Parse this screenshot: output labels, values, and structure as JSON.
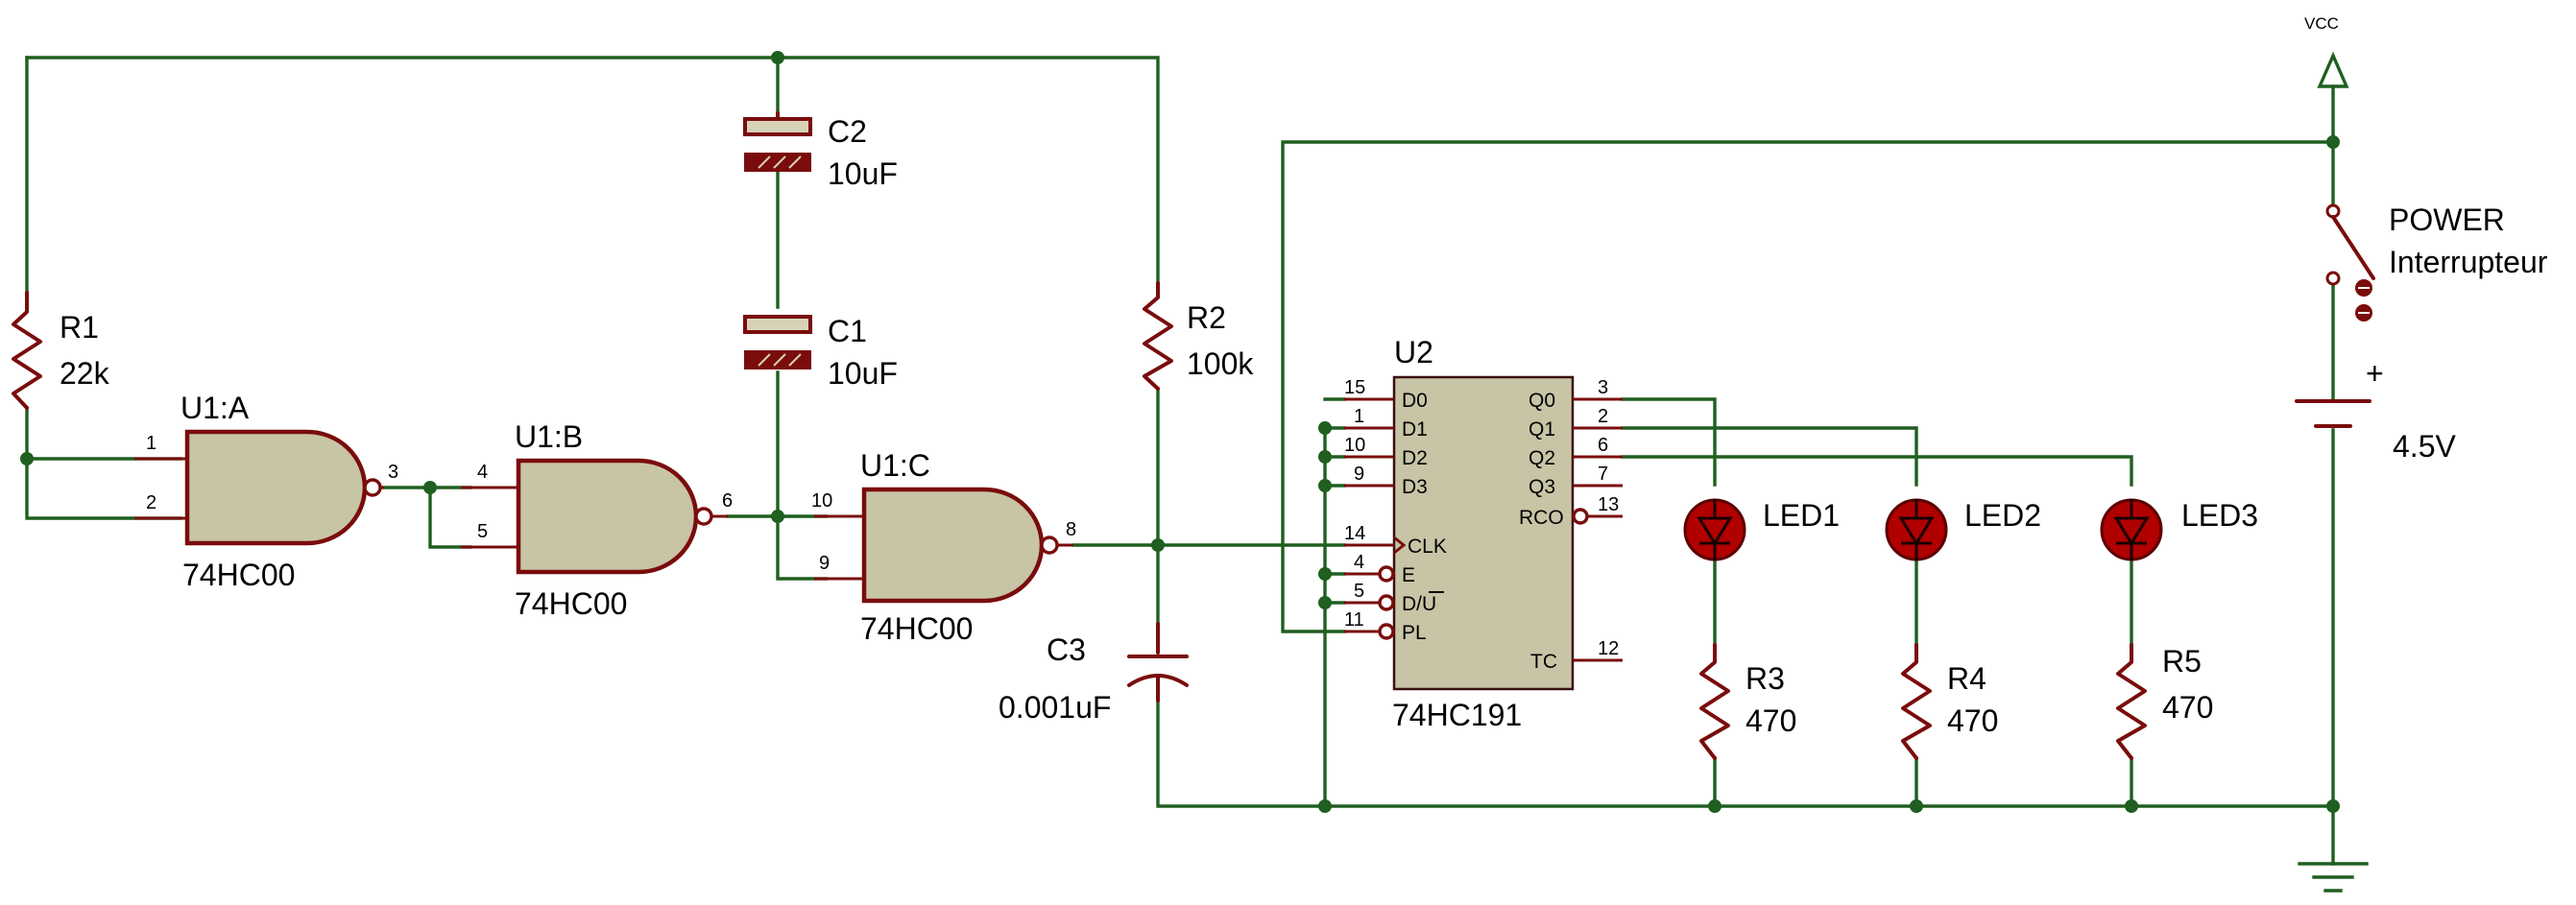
{
  "colors": {
    "wire": "#1f5f1f",
    "component": "#7a0c0c",
    "body": "#c8c4a6",
    "led": "#b00000"
  },
  "gates": {
    "a": {
      "ref": "U1:A",
      "part": "74HC00",
      "pin_in1": "1",
      "pin_in2": "2",
      "pin_out": "3"
    },
    "b": {
      "ref": "U1:B",
      "part": "74HC00",
      "pin_in1": "4",
      "pin_in2": "5",
      "pin_out": "6"
    },
    "c": {
      "ref": "U1:C",
      "part": "74HC00",
      "pin_in1": "10",
      "pin_in2": "9",
      "pin_out": "8"
    }
  },
  "resistors": {
    "r1": {
      "ref": "R1",
      "value": "22k"
    },
    "r2": {
      "ref": "R2",
      "value": "100k"
    },
    "r3": {
      "ref": "R3",
      "value": "470"
    },
    "r4": {
      "ref": "R4",
      "value": "470"
    },
    "r5": {
      "ref": "R5",
      "value": "470"
    }
  },
  "capacitors": {
    "c1": {
      "ref": "C1",
      "value": "10uF"
    },
    "c2": {
      "ref": "C2",
      "value": "10uF"
    },
    "c3": {
      "ref": "C3",
      "value": "0.001uF"
    }
  },
  "leds": {
    "led1": {
      "ref": "LED1"
    },
    "led2": {
      "ref": "LED2"
    },
    "led3": {
      "ref": "LED3"
    }
  },
  "counter": {
    "ref": "U2",
    "part": "74HC191",
    "left_pins": [
      {
        "num": "15",
        "name": "D0"
      },
      {
        "num": "1",
        "name": "D1"
      },
      {
        "num": "10",
        "name": "D2"
      },
      {
        "num": "9",
        "name": "D3"
      },
      {
        "num": "14",
        "name": "CLK"
      },
      {
        "num": "4",
        "name": "E"
      },
      {
        "num": "5",
        "name": "D/U"
      },
      {
        "num": "11",
        "name": "PL"
      }
    ],
    "right_pins": [
      {
        "num": "3",
        "name": "Q0"
      },
      {
        "num": "2",
        "name": "Q1"
      },
      {
        "num": "6",
        "name": "Q2"
      },
      {
        "num": "7",
        "name": "Q3"
      },
      {
        "num": "13",
        "name": "RCO"
      },
      {
        "num": "12",
        "name": "TC"
      }
    ]
  },
  "power": {
    "vcc_label": "VCC",
    "switch_ref": "POWER",
    "switch_value": "Interrupteur",
    "battery_plus": "+",
    "battery_value": "4.5V"
  }
}
